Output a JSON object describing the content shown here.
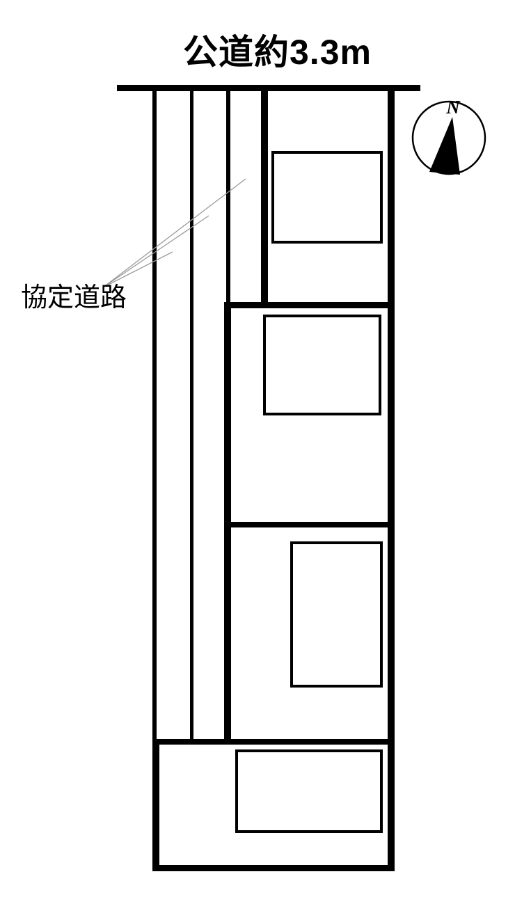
{
  "diagram": {
    "title": "公道約3.3m",
    "agreement_road_label": "協定道路",
    "compass_north_label": "N",
    "colors": {
      "background": "#ffffff",
      "line": "#000000",
      "leader": "#9a9a9a"
    }
  }
}
